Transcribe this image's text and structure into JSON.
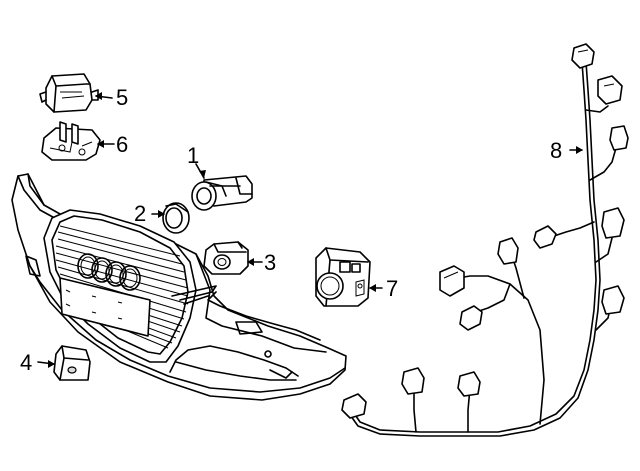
{
  "callouts": {
    "c1": "1",
    "c2": "2",
    "c3": "3",
    "c4": "4",
    "c5": "5",
    "c6": "6",
    "c7": "7",
    "c8": "8"
  },
  "plate": {
    "row1": "",
    "row2": ""
  }
}
